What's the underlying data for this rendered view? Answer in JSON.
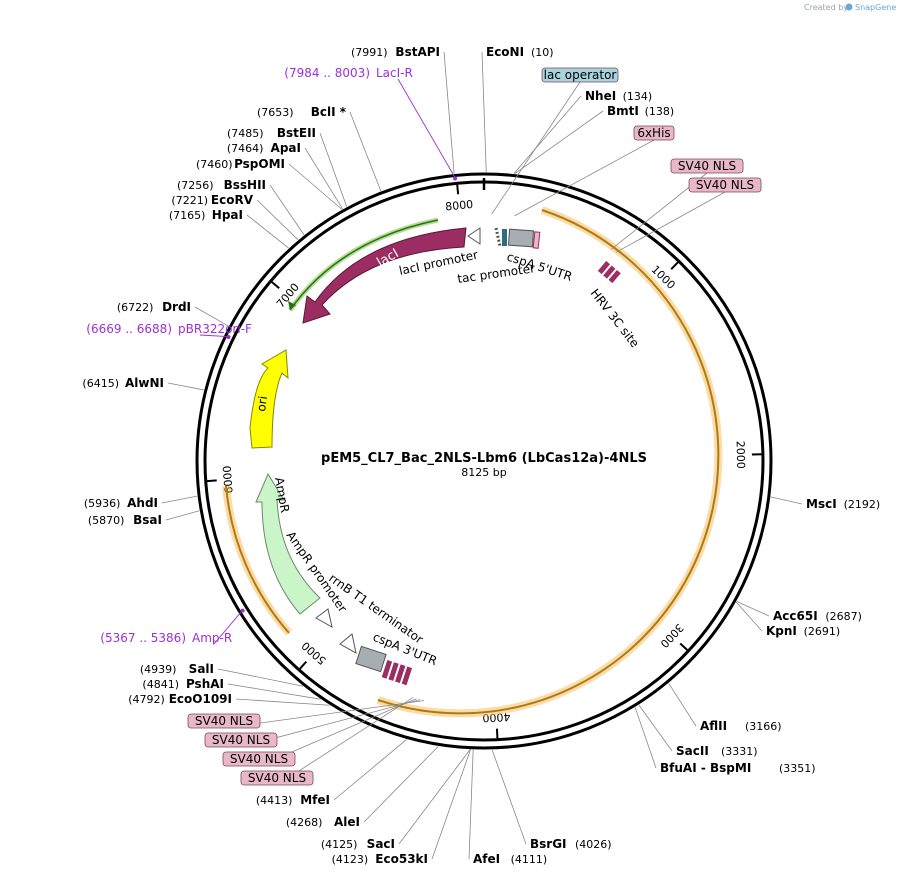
{
  "credit": {
    "prefix": "Created by",
    "brand": "SnapGene"
  },
  "plasmid": {
    "name": "pEM5_CL7_Bac_2NLS-Lbm6 (LbCas12a)-4NLS",
    "size": "8125 bp",
    "length": 8125
  },
  "ticks": [
    {
      "label": "1000",
      "pos": 1000
    },
    {
      "label": "2000",
      "pos": 2000
    },
    {
      "label": "3000",
      "pos": 3000
    },
    {
      "label": "4000",
      "pos": 4000
    },
    {
      "label": "5000",
      "pos": 5000
    },
    {
      "label": "6000",
      "pos": 6000
    },
    {
      "label": "7000",
      "pos": 7000
    },
    {
      "label": "8000",
      "pos": 8000
    }
  ],
  "enzymes": [
    {
      "name": "BstAPI",
      "pos": "(7991)",
      "side": "left",
      "bp": 7991
    },
    {
      "name": "EcoNI",
      "pos": "(10)",
      "side": "right",
      "bp": 10
    },
    {
      "name": "NheI",
      "pos": "(134)",
      "side": "right",
      "bp": 134
    },
    {
      "name": "BmtI",
      "pos": "(138)",
      "side": "right",
      "bp": 138
    },
    {
      "name": "BclI *",
      "pos": "(7653)",
      "side": "left",
      "bp": 7653
    },
    {
      "name": "BstEII",
      "pos": "(7485)",
      "side": "left",
      "bp": 7485
    },
    {
      "name": "ApaI",
      "pos": "(7464)",
      "side": "left",
      "bp": 7464
    },
    {
      "name": "PspOMI",
      "pos": "(7460)",
      "side": "left",
      "bp": 7460
    },
    {
      "name": "BssHII",
      "pos": "(7256)",
      "side": "left",
      "bp": 7256
    },
    {
      "name": "EcoRV",
      "pos": "(7221)",
      "side": "left",
      "bp": 7221
    },
    {
      "name": "HpaI",
      "pos": "(7165)",
      "side": "left",
      "bp": 7165
    },
    {
      "name": "DrdI",
      "pos": "(6722)",
      "side": "left",
      "bp": 6722
    },
    {
      "name": "AlwNI",
      "pos": "(6415)",
      "side": "left",
      "bp": 6415
    },
    {
      "name": "AhdI",
      "pos": "(5936)",
      "side": "left",
      "bp": 5936
    },
    {
      "name": "BsaI",
      "pos": "(5870)",
      "side": "left",
      "bp": 5870
    },
    {
      "name": "MscI",
      "pos": "(2192)",
      "side": "right",
      "bp": 2192
    },
    {
      "name": "Acc65I",
      "pos": "(2687)",
      "side": "right",
      "bp": 2687
    },
    {
      "name": "KpnI",
      "pos": "(2691)",
      "side": "right",
      "bp": 2691
    },
    {
      "name": "AflII",
      "pos": "(3166)",
      "side": "right",
      "bp": 3166
    },
    {
      "name": "SacII",
      "pos": "(3331)",
      "side": "right",
      "bp": 3331
    },
    {
      "name": "BfuAI  -  BspMI",
      "pos": "(3351)",
      "side": "right",
      "bp": 3351
    },
    {
      "name": "SalI",
      "pos": "(4939)",
      "side": "left",
      "bp": 4939
    },
    {
      "name": "PshAI",
      "pos": "(4841)",
      "side": "left",
      "bp": 4841
    },
    {
      "name": "EcoO109I",
      "pos": "(4792)",
      "side": "left",
      "bp": 4792
    },
    {
      "name": "MfeI",
      "pos": "(4413)",
      "side": "left",
      "bp": 4413
    },
    {
      "name": "AleI",
      "pos": "(4268)",
      "side": "left",
      "bp": 4268
    },
    {
      "name": "SacI",
      "pos": "(4125)",
      "side": "left",
      "bp": 4125
    },
    {
      "name": "Eco53kI",
      "pos": "(4123)",
      "side": "left",
      "bp": 4123
    },
    {
      "name": "AfeI",
      "pos": "(4111)",
      "side": "right",
      "bp": 4111
    },
    {
      "name": "BsrGI",
      "pos": "(4026)",
      "side": "right",
      "bp": 4026
    }
  ],
  "primers": [
    {
      "name": "LacI-R",
      "range": "(7984 .. 8003)",
      "bp": 7993
    },
    {
      "name": "pBR322ori-F",
      "range": "(6669 .. 6688)",
      "bp": 6678
    },
    {
      "name": "Amp-R",
      "range": "(5367 .. 5386)",
      "bp": 5376
    }
  ],
  "boxed_labels": [
    {
      "text": "lac operator",
      "color": "#a9d3de",
      "bp": 40
    },
    {
      "text": "6xHis",
      "color": "#e8b8c8",
      "bp": 160
    },
    {
      "text": "SV40 NLS",
      "color": "#e8b8c8",
      "bp": 700
    },
    {
      "text": "SV40 NLS",
      "color": "#e8b8c8",
      "bp": 730
    },
    {
      "text": "SV40 NLS",
      "color": "#e8b8c8",
      "bp": 4380
    },
    {
      "text": "SV40 NLS",
      "color": "#e8b8c8",
      "bp": 4400
    },
    {
      "text": "SV40 NLS",
      "color": "#e8b8c8",
      "bp": 4420
    },
    {
      "text": "SV40 NLS",
      "color": "#e8b8c8",
      "bp": 4440
    }
  ],
  "features": {
    "lacI": "lacI",
    "lacI_promoter": "lacI promoter",
    "tac_promoter": "tac promoter",
    "cspA_5utr": "cspA 5'UTR",
    "hrv": "HRV 3C site",
    "ori": "ori",
    "ampr": "AmpR",
    "ampr_promoter": "AmpR promoter",
    "rrnb": "rrnB T1 terminator",
    "cspA_3utr": "cspA 3'UTR"
  },
  "colors": {
    "backbone": "#000000",
    "cds_orange": "#f5c060",
    "lacI": "#9b2d62",
    "lacI_primer": "#7fc94f",
    "ori": "#ffff00",
    "ampr": "#c9f5c9",
    "primer": "#9b30d9",
    "nls": "#9b2d62",
    "utr": "#a8adb3",
    "operator": "#a9d3de",
    "leader": "#777777"
  }
}
